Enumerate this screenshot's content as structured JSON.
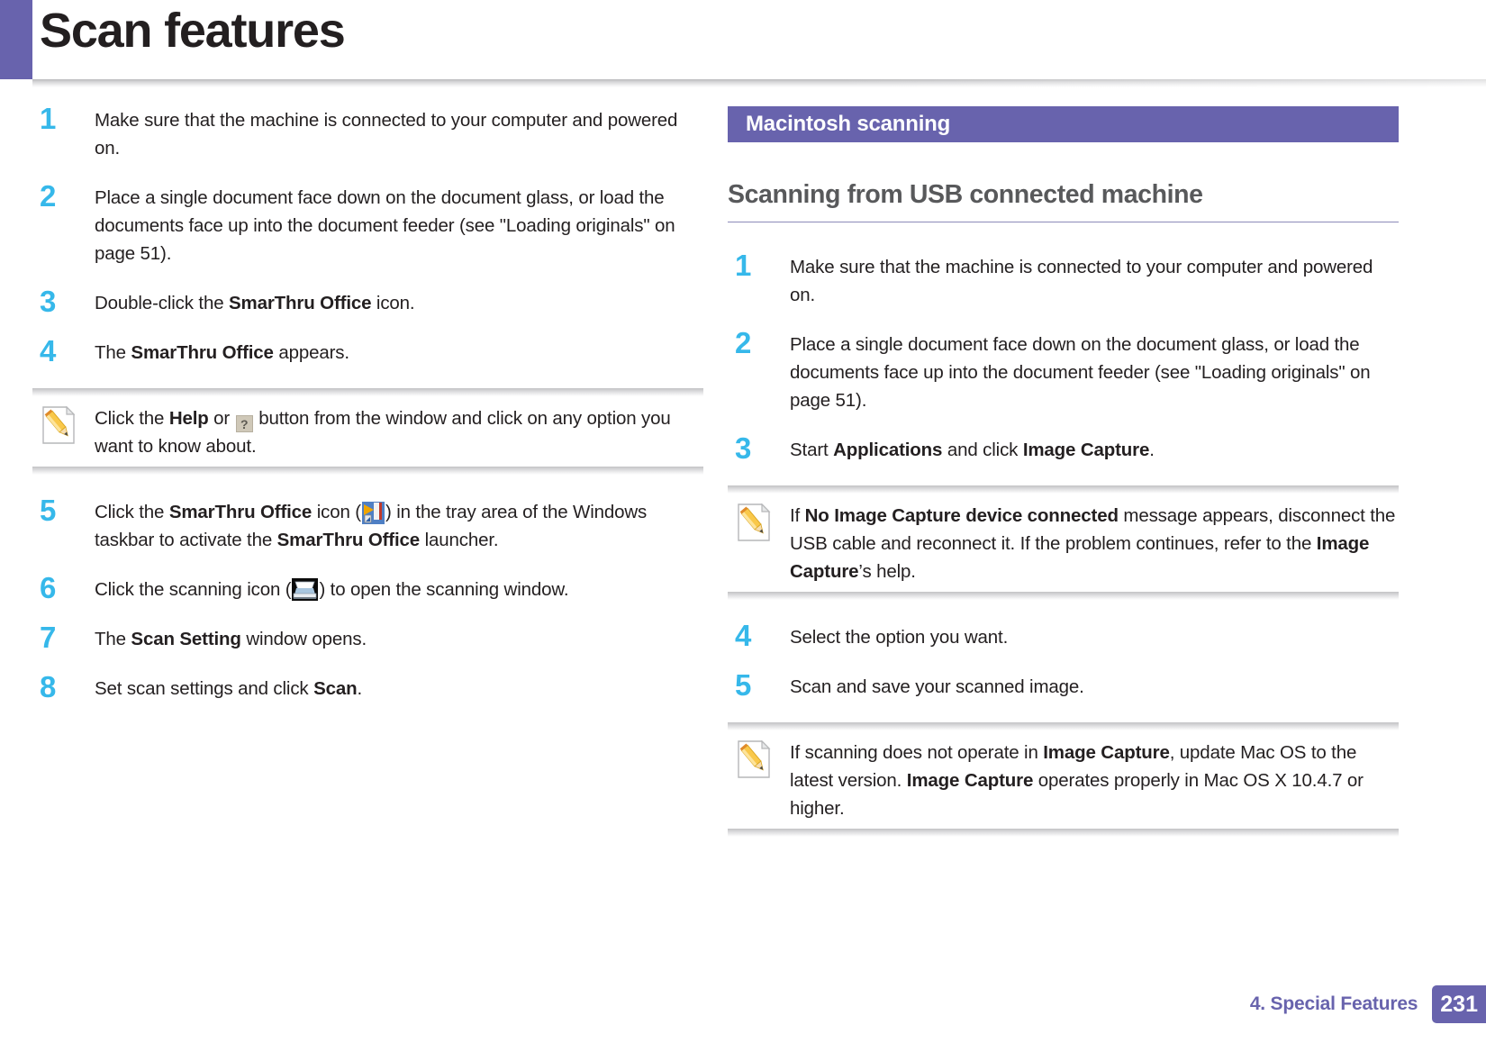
{
  "colors": {
    "accent_purple": "#6863AD",
    "step_number_blue": "#36B8EA",
    "subheading_grey": "#58595B",
    "body_text": "#231F20"
  },
  "header": {
    "title": "Scan features"
  },
  "left_column": {
    "steps": [
      {
        "number": "1",
        "segments": [
          {
            "text": "Make sure that the machine is connected to your computer and powered on."
          }
        ]
      },
      {
        "number": "2",
        "segments": [
          {
            "text": "Place a single document face down on the document glass, or load the documents face up into the document feeder (see \"Loading originals\" on page 51)."
          }
        ]
      },
      {
        "number": "3",
        "segments": [
          {
            "text": "Double-click the "
          },
          {
            "text": "SmarThru Office",
            "bold": true
          },
          {
            "text": " icon."
          }
        ]
      },
      {
        "number": "4",
        "segments": [
          {
            "text": "The "
          },
          {
            "text": "SmarThru Office",
            "bold": true
          },
          {
            "text": " appears."
          }
        ]
      }
    ],
    "note": {
      "icon": "note-pencil-icon",
      "segments": [
        {
          "text": "Click the "
        },
        {
          "text": "Help",
          "bold": true
        },
        {
          "text": " or "
        },
        {
          "icon": "help-question-icon",
          "text": "?"
        },
        {
          "text": " button from the window and click on any option you want to know about."
        }
      ]
    },
    "steps_after_note": [
      {
        "number": "5",
        "segments": [
          {
            "text": "Click the "
          },
          {
            "text": "SmarThru Office",
            "bold": true
          },
          {
            "text": " icon ("
          },
          {
            "icon": "smarthru-office-tray-icon"
          },
          {
            "text": ") in the tray area of the Windows taskbar to activate the "
          },
          {
            "text": "SmarThru Office",
            "bold": true
          },
          {
            "text": " launcher."
          }
        ]
      },
      {
        "number": "6",
        "segments": [
          {
            "text": "Click the scanning icon ("
          },
          {
            "icon": "scanner-icon"
          },
          {
            "text": ") to open the scanning window."
          }
        ]
      },
      {
        "number": "7",
        "segments": [
          {
            "text": "The "
          },
          {
            "text": "Scan Setting",
            "bold": true
          },
          {
            "text": " window opens."
          }
        ]
      },
      {
        "number": "8",
        "segments": [
          {
            "text": "Set scan settings and click "
          },
          {
            "text": "Scan",
            "bold": true
          },
          {
            "text": "."
          }
        ]
      }
    ]
  },
  "right_column": {
    "banner": {
      "label": "Macintosh scanning"
    },
    "subheading": "Scanning from USB connected machine",
    "steps_first": [
      {
        "number": "1",
        "segments": [
          {
            "text": "Make sure that the machine is connected to your computer and powered on."
          }
        ]
      },
      {
        "number": "2",
        "segments": [
          {
            "text": "Place a single document face down on the document glass, or load the documents face up into the document feeder (see \"Loading originals\" on page 51)."
          }
        ]
      },
      {
        "number": "3",
        "segments": [
          {
            "text": "Start "
          },
          {
            "text": "Applications",
            "bold": true
          },
          {
            "text": " and click "
          },
          {
            "text": "Image Capture",
            "bold": true
          },
          {
            "text": "."
          }
        ]
      }
    ],
    "note_first": {
      "icon": "note-pencil-icon",
      "segments": [
        {
          "text": "If "
        },
        {
          "text": "No Image Capture device connected",
          "bold": true
        },
        {
          "text": " message appears, disconnect the USB cable and reconnect it. If the problem continues, refer to the "
        },
        {
          "text": "Image Capture",
          "bold": true
        },
        {
          "text": "’s help."
        }
      ]
    },
    "steps_second": [
      {
        "number": "4",
        "segments": [
          {
            "text": "Select the option you want."
          }
        ]
      },
      {
        "number": "5",
        "segments": [
          {
            "text": "Scan and save your scanned image."
          }
        ]
      }
    ],
    "note_second": {
      "icon": "note-pencil-icon",
      "segments": [
        {
          "text": "If scanning does not operate in "
        },
        {
          "text": "Image Capture",
          "bold": true
        },
        {
          "text": ", update Mac OS to the latest version. "
        },
        {
          "text": "Image Capture",
          "bold": true
        },
        {
          "text": " operates properly in Mac OS X 10.4.7 or higher."
        }
      ]
    }
  },
  "footer": {
    "label": "4.  Special Features",
    "page_number": "231"
  }
}
